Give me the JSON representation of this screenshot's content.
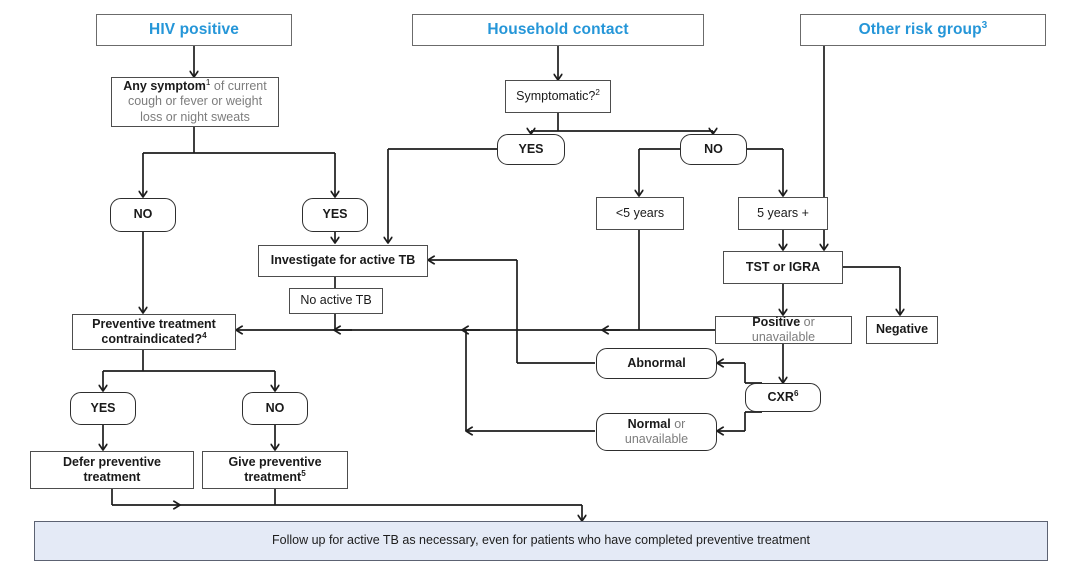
{
  "diagram": {
    "title": "TB preventive treatment algorithm",
    "accent_color": "#2596d8",
    "banner_fill": "#e4eaf6",
    "line_color": "#1d1d1d"
  },
  "headers": [
    {
      "id": "hiv",
      "label": "HIV positive",
      "sup": ""
    },
    {
      "id": "household",
      "label": "Household contact",
      "sup": ""
    },
    {
      "id": "other",
      "label": "Other risk group",
      "sup": "3"
    }
  ],
  "nodes": {
    "any_symptom": {
      "bold": "Any symptom",
      "sup": "1",
      "rest": " of current cough or fever or weight loss or night sweats"
    },
    "symptomatic": {
      "label": "Symptomatic?",
      "sup": "2"
    },
    "hiv_no": {
      "label": "NO"
    },
    "hiv_yes": {
      "label": "YES"
    },
    "hc_yes": {
      "label": "YES"
    },
    "hc_no": {
      "label": "NO"
    },
    "under5": {
      "label": "<5 years"
    },
    "over5": {
      "label": "5 years +"
    },
    "tst_igra": {
      "label": "TST or IGRA"
    },
    "positive": {
      "bold": "Positive",
      "soft": " or unavailable"
    },
    "negative": {
      "label": "Negative"
    },
    "investigate": {
      "label": "Investigate for active TB"
    },
    "no_active_tb": {
      "label": "No active TB"
    },
    "contraindicated": {
      "bold": "Preventive treatment contraindicated?",
      "sup": "4"
    },
    "ct_yes": {
      "label": "YES"
    },
    "ct_no": {
      "label": "NO"
    },
    "defer": {
      "label": "Defer preventive treatment",
      "sup": ""
    },
    "give": {
      "label": "Give preventive treatment",
      "sup": "5"
    },
    "abnormal": {
      "label": "Abnormal"
    },
    "cxr": {
      "label": "CXR",
      "sup": "6"
    },
    "normal": {
      "bold": "Normal",
      "soft": " or unavailable"
    }
  },
  "banner": {
    "text": "Follow up for active TB as necessary, even for patients who have completed preventive treatment"
  }
}
